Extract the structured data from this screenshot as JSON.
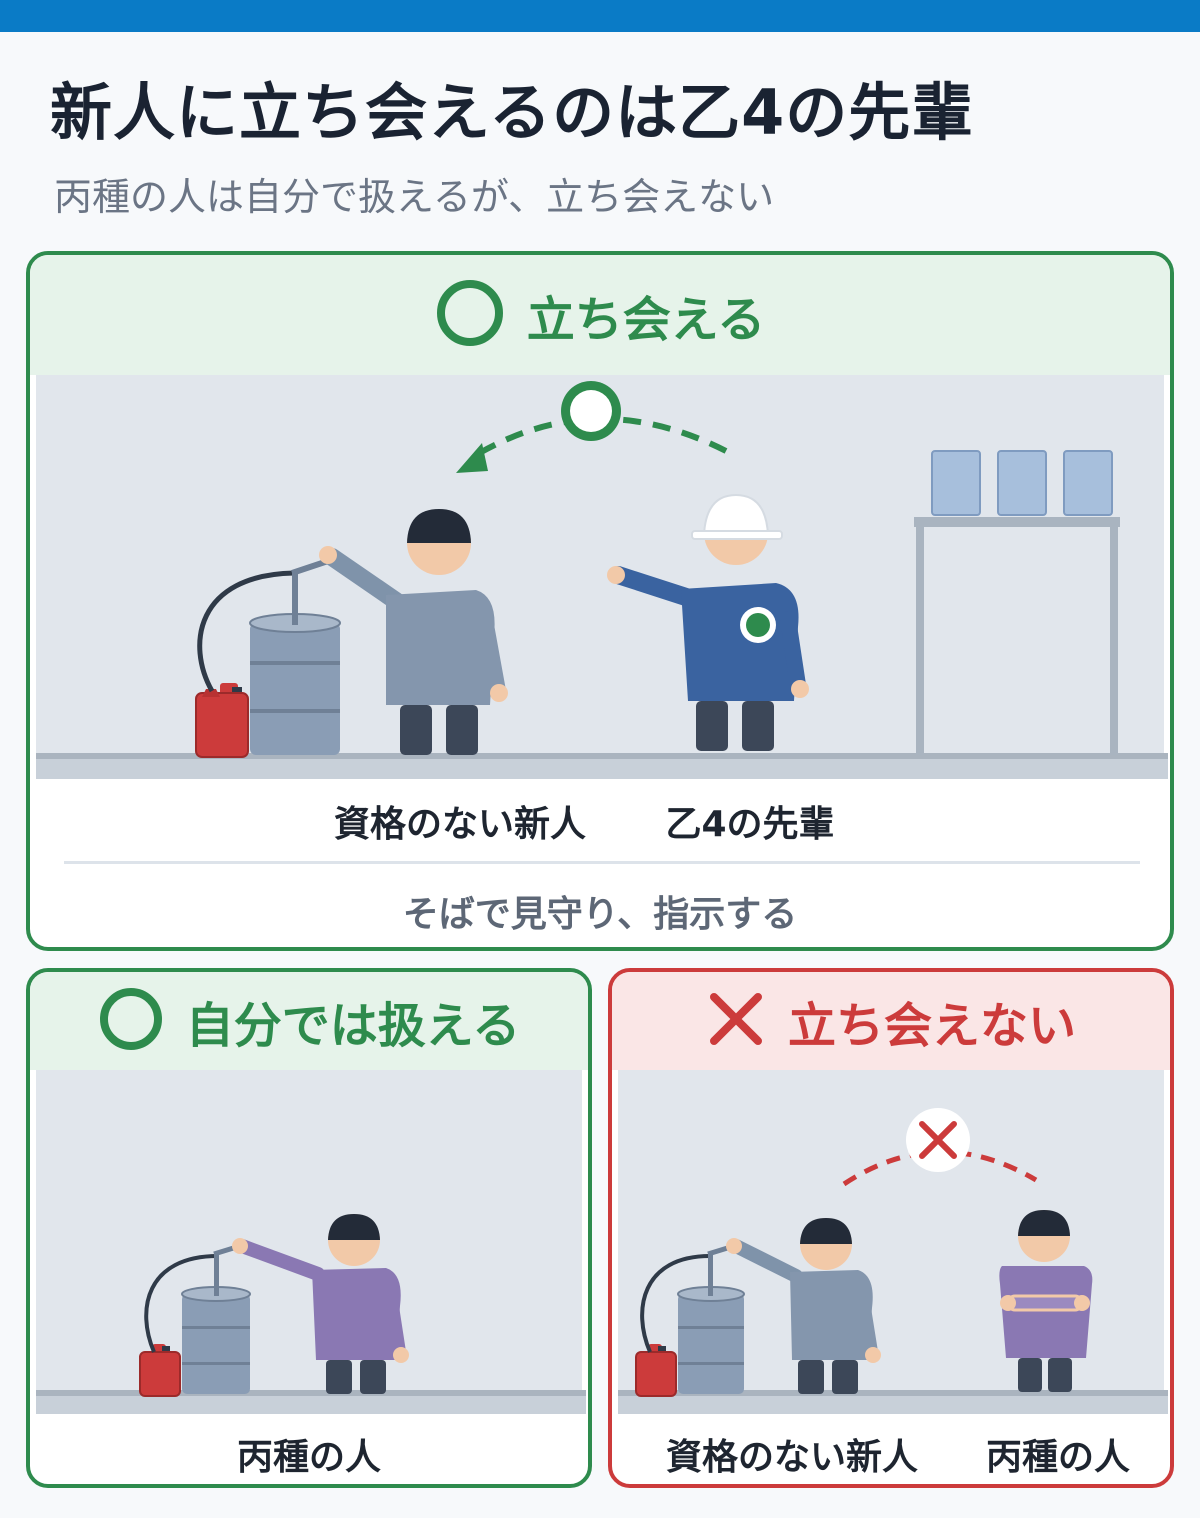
{
  "title": "新人に立ち会えるのは乙4の先輩",
  "subtitle": "丙種の人は自分で扱えるが、立ち会えない",
  "colors": {
    "accent_blue": "#0a7bc6",
    "ok_green": "#2e8b4d",
    "ng_red": "#cc3b3b"
  },
  "panel_top": {
    "heading": "立ち会える",
    "mark": "circle-mark-icon",
    "caption_left": "資格のない新人",
    "caption_right": "乙4の先輩",
    "note": "そばで見守り、指示する"
  },
  "panel_bottom_left": {
    "heading": "自分では扱える",
    "mark": "circle-mark-icon",
    "caption": "丙種の人"
  },
  "panel_bottom_right": {
    "heading": "立ち会えない",
    "mark": "cross-mark-icon",
    "caption_left": "資格のない新人",
    "caption_right": "丙種の人"
  }
}
